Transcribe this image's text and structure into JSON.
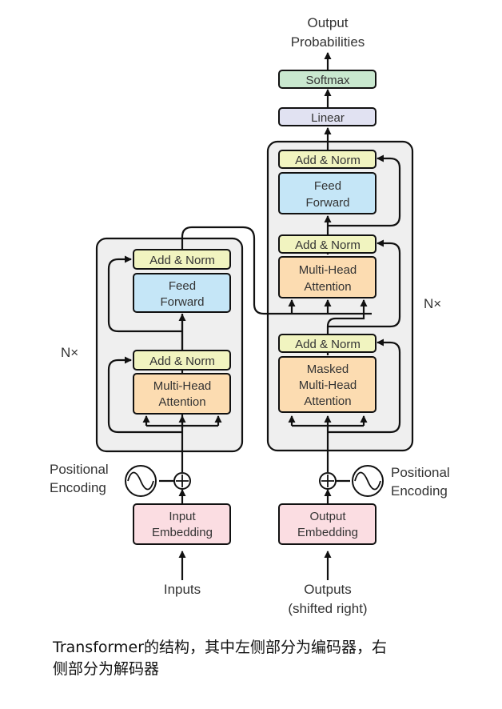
{
  "diagram": {
    "output_label_line1": "Output",
    "output_label_line2": "Probabilities",
    "softmax": "Softmax",
    "linear": "Linear",
    "encoder": {
      "add_norm_top": "Add & Norm",
      "feed_forward_line1": "Feed",
      "feed_forward_line2": "Forward",
      "add_norm_bottom": "Add & Norm",
      "attention_line1": "Multi-Head",
      "attention_line2": "Attention",
      "repeat": "N×",
      "positional_line1": "Positional",
      "positional_line2": "Encoding",
      "embedding_line1": "Input",
      "embedding_line2": "Embedding",
      "input_label": "Inputs"
    },
    "decoder": {
      "add_norm_top": "Add & Norm",
      "feed_forward_line1": "Feed",
      "feed_forward_line2": "Forward",
      "add_norm_middle": "Add & Norm",
      "attention_line1": "Multi-Head",
      "attention_line2": "Attention",
      "add_norm_bottom": "Add & Norm",
      "masked_line1": "Masked",
      "masked_line2": "Multi-Head",
      "masked_line3": "Attention",
      "repeat": "N×",
      "positional_line1": "Positional",
      "positional_line2": "Encoding",
      "embedding_line1": "Output",
      "embedding_line2": "Embedding",
      "input_label_line1": "Outputs",
      "input_label_line2": "(shifted right)"
    },
    "colors": {
      "add_norm": "#f1f4c0",
      "feed_forward": "#c5e6f7",
      "attention": "#fcdcb1",
      "embedding": "#fbdde2",
      "linear": "#e1e2f2",
      "softmax": "#c9e8cf",
      "stack_bg": "#efefef"
    }
  },
  "caption": {
    "line1": "Transformer的结构，其中左侧部分为编码器，右",
    "line2": "侧部分为解码器"
  }
}
